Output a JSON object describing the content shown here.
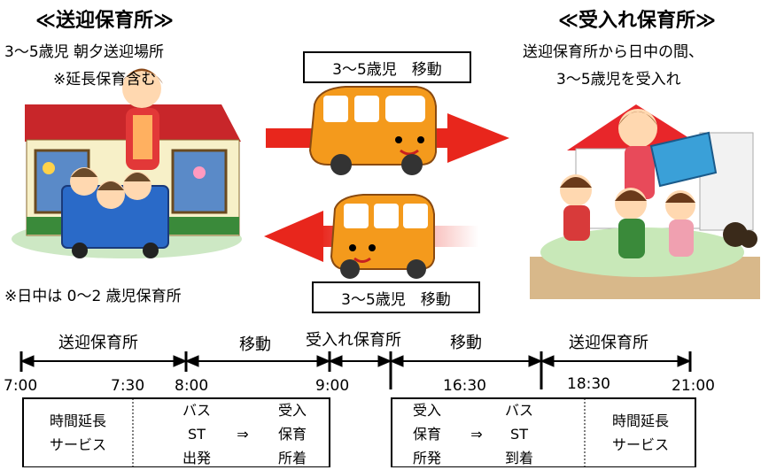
{
  "left": {
    "title": "≪送迎保育所≫",
    "line1": "3〜5歳児 朝夕送迎場所",
    "line2": "※延長保育含む",
    "note": "※日中は 0〜2 歳児保育所"
  },
  "right": {
    "title": "≪受入れ保育所≫",
    "line1": "送迎保育所から日中の間、",
    "line2": "3〜5歳児を受入れ"
  },
  "arrows": {
    "top_label": "3〜5歳児　移動",
    "bottom_label": "3〜5歳児　移動"
  },
  "timeline": {
    "segments": [
      "送迎保育所",
      "移動",
      "受入れ保育所",
      "移動",
      "送迎保育所"
    ],
    "ticks": [
      "7:00",
      "7:30",
      "8:00",
      "9:00",
      "16:30",
      "18:30",
      "21:00"
    ]
  },
  "table": {
    "left": {
      "c1": [
        "時間延長",
        "サービス"
      ],
      "c2": [
        "バス",
        "ST",
        "出発"
      ],
      "c3": "⇒",
      "c4": [
        "受入",
        "保育",
        "所着"
      ]
    },
    "right": {
      "c1": [
        "受入",
        "保育",
        "所発"
      ],
      "c2": "⇒",
      "c3": [
        "バス",
        "ST",
        "到着"
      ],
      "c4": [
        "時間延長",
        "サービス"
      ]
    }
  },
  "colors": {
    "arrow_red": "#e8261c",
    "bus_orange": "#f49a1c",
    "roof_red": "#c8262a"
  }
}
